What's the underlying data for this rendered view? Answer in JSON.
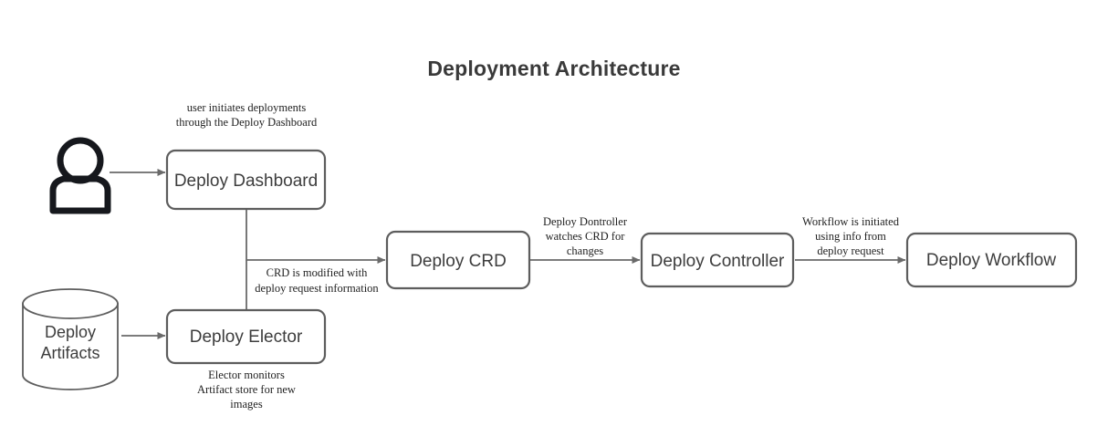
{
  "title": "Deployment Architecture",
  "colors": {
    "background": "#ffffff",
    "title_text": "#3a3a3a",
    "box_border": "#5d5d5d",
    "box_fill": "#ffffff",
    "node_text": "#3d3d3d",
    "connector": "#6a6a6a",
    "annotation_text": "#1f1f1f",
    "actor_icon": "#16181d"
  },
  "nodes": {
    "actor": {
      "name": "user-actor",
      "label": ""
    },
    "dashboard": {
      "label": "Deploy Dashboard"
    },
    "artifacts": {
      "line1": "Deploy",
      "line2": "Artifacts"
    },
    "elector": {
      "label": "Deploy Elector"
    },
    "crd": {
      "label": "Deploy CRD"
    },
    "controller": {
      "label": "Deploy Controller"
    },
    "workflow": {
      "label": "Deploy Workflow"
    }
  },
  "annotations": {
    "user_to_dashboard": {
      "line1": "user initiates deployments",
      "line2": "through the Deploy Dashboard"
    },
    "to_crd": {
      "line1": "CRD is modified with",
      "line2": "deploy request information"
    },
    "elector_note": {
      "line1": "Elector monitors",
      "line2": "Artifact store for new",
      "line3": "images"
    },
    "crd_to_controller": {
      "line1": "Deploy Dontroller",
      "line2": "watches CRD for",
      "line3": "changes"
    },
    "controller_to_workflow": {
      "line1": "Workflow is initiated",
      "line2": "using info from",
      "line3": "deploy request"
    }
  }
}
